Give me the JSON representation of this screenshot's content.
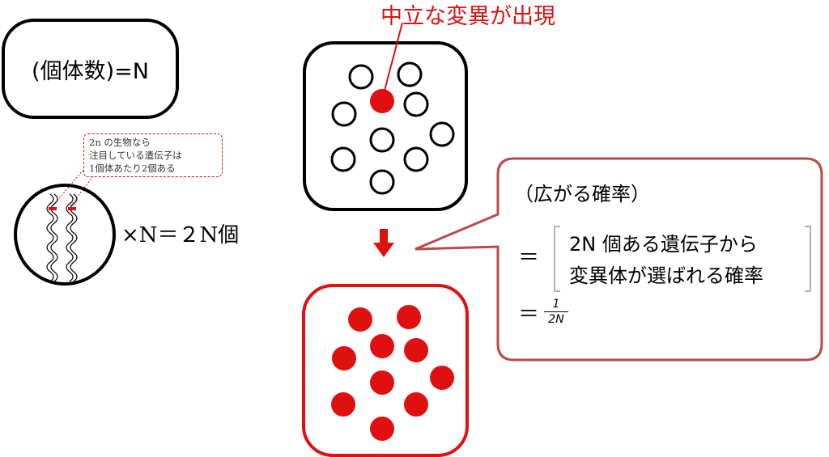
{
  "population_box": {
    "label": "(個体数)=N"
  },
  "note": {
    "lines": [
      "2n の生物なら",
      "注目している遺伝子は",
      "1個体あたり2個ある"
    ]
  },
  "gene_count": {
    "label": "×N＝２N個"
  },
  "mutation": {
    "label": "中立な変異が出現"
  },
  "probability": {
    "title": "（広がる確率）",
    "equals_1": "＝",
    "formula_line1": "2N 個ある遺伝子から",
    "formula_line2": "変異体が選ばれる確率",
    "equals_2": "＝",
    "fraction_numerator": "1",
    "fraction_denominator": "2N"
  },
  "colors": {
    "accent_red": "#e01010",
    "bubble_border": "#b94a48",
    "stroke": "#000000"
  }
}
